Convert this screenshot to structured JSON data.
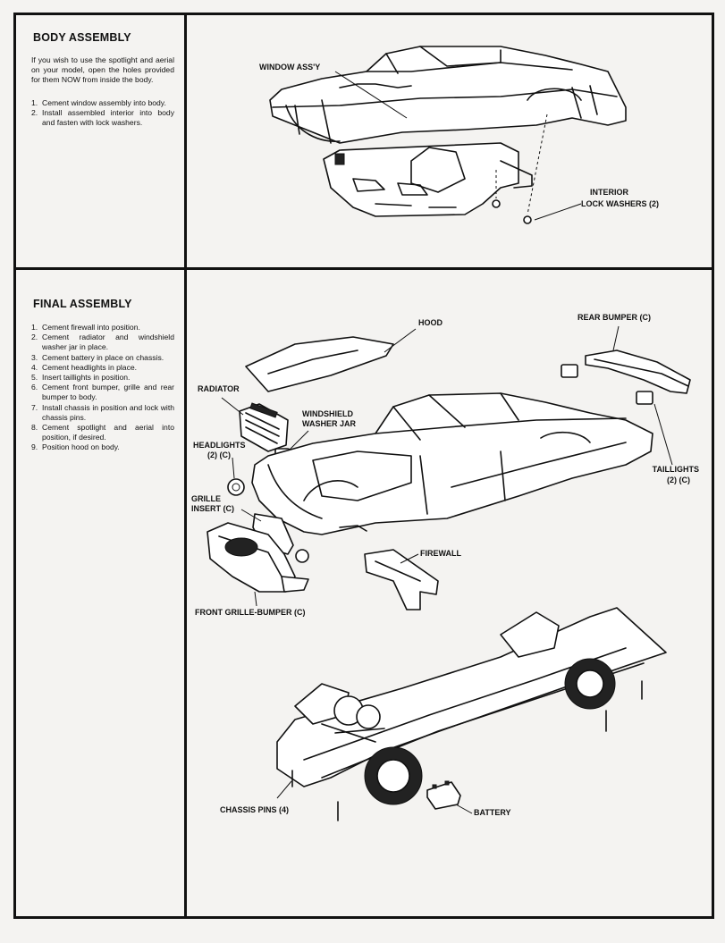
{
  "body_assembly": {
    "title": "BODY ASSEMBLY",
    "intro": "If you wish to use the spotlight and aerial on your model, open the holes provided for them NOW from inside the body.",
    "steps": [
      {
        "num": "1.",
        "text": "Cement window assembly into body."
      },
      {
        "num": "2.",
        "text": "Install assembled interior into body and fasten with lock washers."
      }
    ],
    "labels": {
      "window": "WINDOW ASS'Y",
      "interior": "INTERIOR",
      "lock_washers": "LOCK WASHERS (2)"
    }
  },
  "final_assembly": {
    "title": "FINAL ASSEMBLY",
    "steps": [
      {
        "num": "1.",
        "text": "Cement firewall into position."
      },
      {
        "num": "2.",
        "text": "Cement radiator and windshield washer jar in place."
      },
      {
        "num": "3.",
        "text": "Cement battery in place on chassis."
      },
      {
        "num": "4.",
        "text": "Cement headlights in place."
      },
      {
        "num": "5.",
        "text": "Insert taillights in position."
      },
      {
        "num": "6.",
        "text": "Cement front bumper, grille and rear bumper to body."
      },
      {
        "num": "7.",
        "text": "Install chassis in position and lock with chassis pins."
      },
      {
        "num": "8.",
        "text": "Cement spotlight and aerial into position, if desired."
      },
      {
        "num": "9.",
        "text": "Position hood on body."
      }
    ],
    "labels": {
      "hood": "HOOD",
      "rear_bumper": "REAR BUMPER (C)",
      "radiator": "RADIATOR",
      "washer_jar_1": "WINDSHIELD",
      "washer_jar_2": "WASHER JAR",
      "headlights_1": "HEADLIGHTS",
      "headlights_2": "(2) (C)",
      "taillights_1": "TAILLIGHTS",
      "taillights_2": "(2) (C)",
      "grille_1": "GRILLE",
      "grille_2": "INSERT (C)",
      "firewall": "FIREWALL",
      "front_bumper": "FRONT GRILLE-BUMPER (C)",
      "chassis_pins": "CHASSIS PINS (4)",
      "battery": "BATTERY"
    }
  }
}
